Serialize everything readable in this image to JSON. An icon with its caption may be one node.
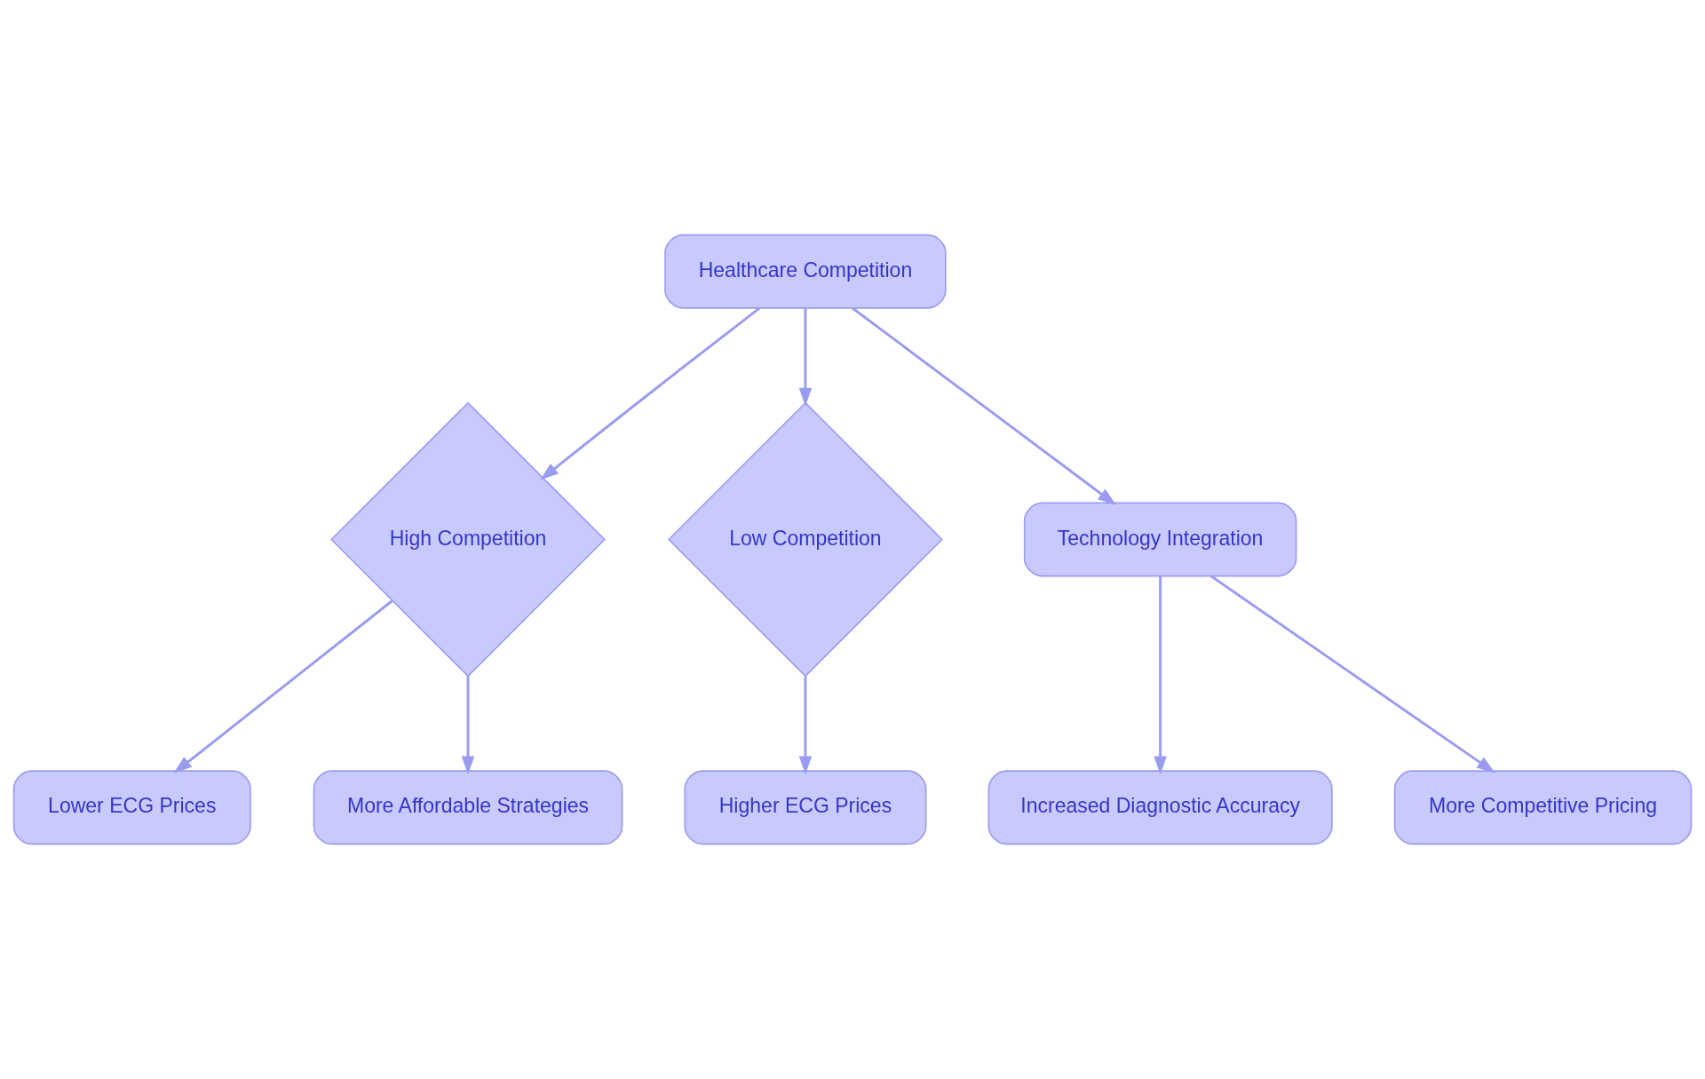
{
  "diagram": {
    "nodes": [
      {
        "text": [
          "Healthcare Competition"
        ]
      },
      {
        "text": [
          "High Competition"
        ]
      },
      {
        "text": [
          "Low Competition"
        ]
      },
      {
        "text": [
          "Technology Integration"
        ]
      },
      {
        "text": [
          "Lower ECG Prices"
        ]
      },
      {
        "text": [
          "More Affordable Strategies"
        ]
      },
      {
        "text": [
          "Higher ECG Prices"
        ]
      },
      {
        "text": [
          "Increased Diagnostic Accuracy"
        ]
      },
      {
        "text": [
          "More Competitive Pricing"
        ]
      }
    ],
    "edges": [
      {
        "from": 0,
        "to": 1,
        "arrow": "to"
      },
      {
        "from": 0,
        "to": 2,
        "arrow": "to"
      },
      {
        "from": 0,
        "to": 3,
        "arrow": "to"
      },
      {
        "from": 1,
        "to": 4,
        "arrow": "to"
      },
      {
        "from": 1,
        "to": 5,
        "arrow": "to"
      },
      {
        "from": 2,
        "to": 6,
        "arrow": "to"
      },
      {
        "from": 3,
        "to": 7,
        "arrow": "to"
      },
      {
        "from": 3,
        "to": 8,
        "arrow": "to"
      }
    ]
  }
}
